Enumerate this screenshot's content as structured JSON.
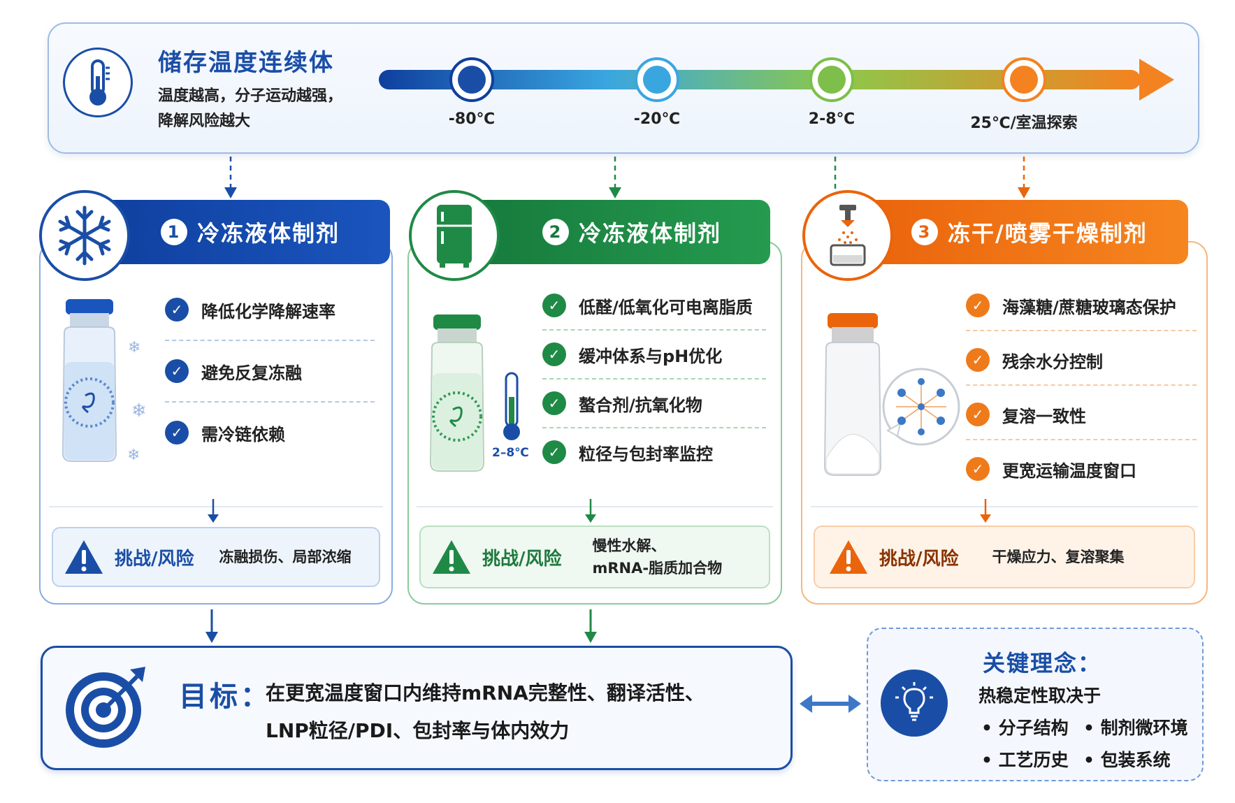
{
  "header": {
    "title": "储存温度连续体",
    "description": "温度越高，分子运动越强，降解风险越大",
    "description_lines": [
      "温度越高，分子运动越强，",
      "降解风险越大"
    ],
    "temperatures": [
      "-80℃",
      "-20℃",
      "2-8℃",
      "25℃/室温探索"
    ],
    "colors": [
      "#1a4ea6",
      "#3aa6e0",
      "#7dbf4a",
      "#f58220"
    ]
  },
  "columns": [
    {
      "number": "1",
      "title": "冷冻液体制剂",
      "icon": "snowflake-icon",
      "color": "#1a4ea6",
      "features": [
        "降低化学降解速率",
        "避免反复冻融",
        "需冷链依赖"
      ],
      "risk_label": "挑战/风险",
      "risk_text": [
        "冻融损伤、局部浓缩"
      ]
    },
    {
      "number": "2",
      "title": "冷冻液体制剂",
      "icon": "refrigerator-icon",
      "color": "#1f8a46",
      "thermometer_label": "2–8℃",
      "features": [
        "低醛/低氧化可电离脂质",
        "缓冲体系与pH优化",
        "螯合剂/抗氧化物",
        "粒径与包封率监控"
      ],
      "risk_label": "挑战/风险",
      "risk_text": [
        "慢性水解、",
        "mRNA-脂质加合物"
      ]
    },
    {
      "number": "3",
      "title": "冻干/喷雾干燥制剂",
      "icon": "spray-dryer-icon",
      "color": "#ea640c",
      "features": [
        "海藻糖/蔗糖玻璃态保护",
        "残余水分控制",
        "复溶一致性",
        "更宽运输温度窗口"
      ],
      "risk_label": "挑战/风险",
      "risk_text": [
        "干燥应力、复溶聚集"
      ]
    }
  ],
  "goal": {
    "label": "目标：",
    "line1": "在更宽温度窗口内维持mRNA完整性、翻译活性、",
    "line2": "LNP粒径/PDI、包封率与体内效力"
  },
  "concept": {
    "title": "关键理念：",
    "subtitle": "热稳定性取决于",
    "points": [
      "• 分子结构",
      "• 制剂微环境",
      "• 工艺历史",
      "• 包装系统"
    ]
  }
}
